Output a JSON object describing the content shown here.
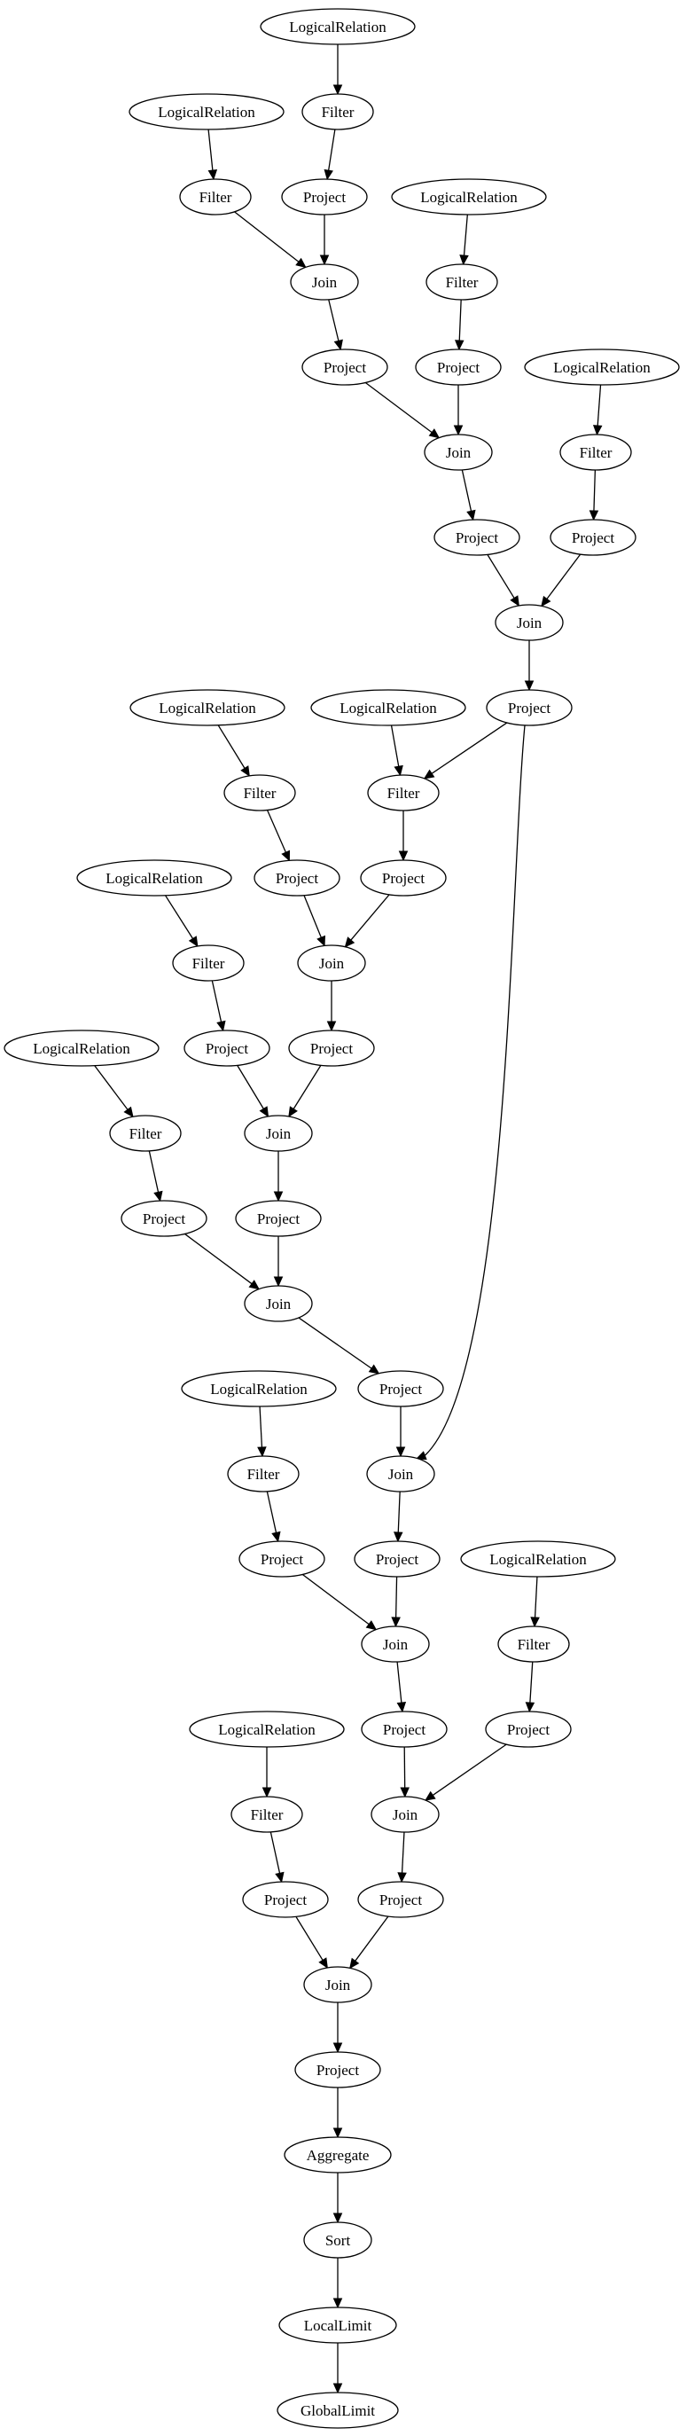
{
  "diagram": {
    "nodes": [
      {
        "id": "lr1",
        "label": "LogicalRelation"
      },
      {
        "id": "f1",
        "label": "Filter"
      },
      {
        "id": "lr2",
        "label": "LogicalRelation"
      },
      {
        "id": "f2",
        "label": "Filter"
      },
      {
        "id": "p1",
        "label": "Project"
      },
      {
        "id": "lr3",
        "label": "LogicalRelation"
      },
      {
        "id": "j1",
        "label": "Join"
      },
      {
        "id": "f3",
        "label": "Filter"
      },
      {
        "id": "p2",
        "label": "Project"
      },
      {
        "id": "p3",
        "label": "Project"
      },
      {
        "id": "lr4",
        "label": "LogicalRelation"
      },
      {
        "id": "j2",
        "label": "Join"
      },
      {
        "id": "f4",
        "label": "Filter"
      },
      {
        "id": "p4",
        "label": "Project"
      },
      {
        "id": "p5",
        "label": "Project"
      },
      {
        "id": "j3",
        "label": "Join"
      },
      {
        "id": "lr5",
        "label": "LogicalRelation"
      },
      {
        "id": "lr6",
        "label": "LogicalRelation"
      },
      {
        "id": "p6",
        "label": "Project"
      },
      {
        "id": "f5",
        "label": "Filter"
      },
      {
        "id": "f6",
        "label": "Filter"
      },
      {
        "id": "lr7",
        "label": "LogicalRelation"
      },
      {
        "id": "p7",
        "label": "Project"
      },
      {
        "id": "p8",
        "label": "Project"
      },
      {
        "id": "f7",
        "label": "Filter"
      },
      {
        "id": "j4",
        "label": "Join"
      },
      {
        "id": "lr8",
        "label": "LogicalRelation"
      },
      {
        "id": "p9",
        "label": "Project"
      },
      {
        "id": "p10",
        "label": "Project"
      },
      {
        "id": "f8",
        "label": "Filter"
      },
      {
        "id": "j5",
        "label": "Join"
      },
      {
        "id": "p11",
        "label": "Project"
      },
      {
        "id": "p12",
        "label": "Project"
      },
      {
        "id": "j6",
        "label": "Join"
      },
      {
        "id": "lr9",
        "label": "LogicalRelation"
      },
      {
        "id": "p13",
        "label": "Project"
      },
      {
        "id": "f9",
        "label": "Filter"
      },
      {
        "id": "j7",
        "label": "Join"
      },
      {
        "id": "p14",
        "label": "Project"
      },
      {
        "id": "p15",
        "label": "Project"
      },
      {
        "id": "lr10",
        "label": "LogicalRelation"
      },
      {
        "id": "j8",
        "label": "Join"
      },
      {
        "id": "f10",
        "label": "Filter"
      },
      {
        "id": "lr11",
        "label": "LogicalRelation"
      },
      {
        "id": "p16",
        "label": "Project"
      },
      {
        "id": "p17",
        "label": "Project"
      },
      {
        "id": "f11",
        "label": "Filter"
      },
      {
        "id": "j9",
        "label": "Join"
      },
      {
        "id": "p18",
        "label": "Project"
      },
      {
        "id": "p19",
        "label": "Project"
      },
      {
        "id": "j10",
        "label": "Join"
      },
      {
        "id": "p20",
        "label": "Project"
      },
      {
        "id": "agg",
        "label": "Aggregate"
      },
      {
        "id": "sort",
        "label": "Sort"
      },
      {
        "id": "ll",
        "label": "LocalLimit"
      },
      {
        "id": "gl",
        "label": "GlobalLimit"
      }
    ],
    "edges": [
      {
        "from": "lr1",
        "to": "f1"
      },
      {
        "from": "f1",
        "to": "p1"
      },
      {
        "from": "lr2",
        "to": "f2"
      },
      {
        "from": "f2",
        "to": "j1"
      },
      {
        "from": "p1",
        "to": "j1"
      },
      {
        "from": "lr3",
        "to": "f3"
      },
      {
        "from": "f3",
        "to": "p3"
      },
      {
        "from": "j1",
        "to": "p2"
      },
      {
        "from": "p2",
        "to": "j2"
      },
      {
        "from": "p3",
        "to": "j2"
      },
      {
        "from": "lr4",
        "to": "f4"
      },
      {
        "from": "f4",
        "to": "p5"
      },
      {
        "from": "j2",
        "to": "p4"
      },
      {
        "from": "p4",
        "to": "j3"
      },
      {
        "from": "p5",
        "to": "j3"
      },
      {
        "from": "j3",
        "to": "p6"
      },
      {
        "from": "lr5",
        "to": "f5"
      },
      {
        "from": "lr6",
        "to": "f6"
      },
      {
        "from": "p6",
        "to": "f6"
      },
      {
        "from": "f5",
        "to": "p7"
      },
      {
        "from": "f6",
        "to": "p8"
      },
      {
        "from": "lr7",
        "to": "f7"
      },
      {
        "from": "p7",
        "to": "j4"
      },
      {
        "from": "p8",
        "to": "j4"
      },
      {
        "from": "f7",
        "to": "p9"
      },
      {
        "from": "j4",
        "to": "p10"
      },
      {
        "from": "lr8",
        "to": "f8"
      },
      {
        "from": "p9",
        "to": "j5"
      },
      {
        "from": "p10",
        "to": "j5"
      },
      {
        "from": "f8",
        "to": "p11"
      },
      {
        "from": "j5",
        "to": "p12"
      },
      {
        "from": "p11",
        "to": "j6"
      },
      {
        "from": "p12",
        "to": "j6"
      },
      {
        "from": "j6",
        "to": "p13"
      },
      {
        "from": "lr9",
        "to": "f9"
      },
      {
        "from": "p13",
        "to": "j7"
      },
      {
        "from": "p6",
        "to": "j7"
      },
      {
        "from": "f9",
        "to": "p14"
      },
      {
        "from": "j7",
        "to": "p15"
      },
      {
        "from": "p14",
        "to": "j8"
      },
      {
        "from": "p15",
        "to": "j8"
      },
      {
        "from": "lr10",
        "to": "f10"
      },
      {
        "from": "lr11",
        "to": "f11"
      },
      {
        "from": "j8",
        "to": "p16"
      },
      {
        "from": "f10",
        "to": "p17"
      },
      {
        "from": "f11",
        "to": "p18"
      },
      {
        "from": "p16",
        "to": "j9"
      },
      {
        "from": "p17",
        "to": "j9"
      },
      {
        "from": "j9",
        "to": "p19"
      },
      {
        "from": "p18",
        "to": "j10"
      },
      {
        "from": "p19",
        "to": "j10"
      },
      {
        "from": "j10",
        "to": "p20"
      },
      {
        "from": "p20",
        "to": "agg"
      },
      {
        "from": "agg",
        "to": "sort"
      },
      {
        "from": "sort",
        "to": "ll"
      },
      {
        "from": "ll",
        "to": "gl"
      }
    ]
  }
}
